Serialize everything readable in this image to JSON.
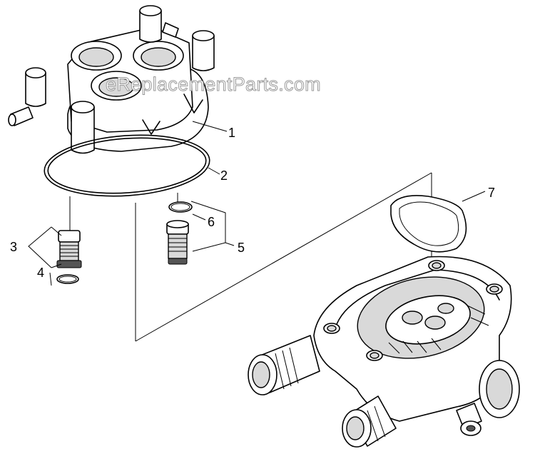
{
  "watermark": "eReplacementParts.com",
  "callouts": [
    {
      "id": "1",
      "label": "1"
    },
    {
      "id": "2",
      "label": "2"
    },
    {
      "id": "3",
      "label": "3"
    },
    {
      "id": "4",
      "label": "4"
    },
    {
      "id": "5",
      "label": "5"
    },
    {
      "id": "6",
      "label": "6"
    },
    {
      "id": "7",
      "label": "7"
    }
  ]
}
